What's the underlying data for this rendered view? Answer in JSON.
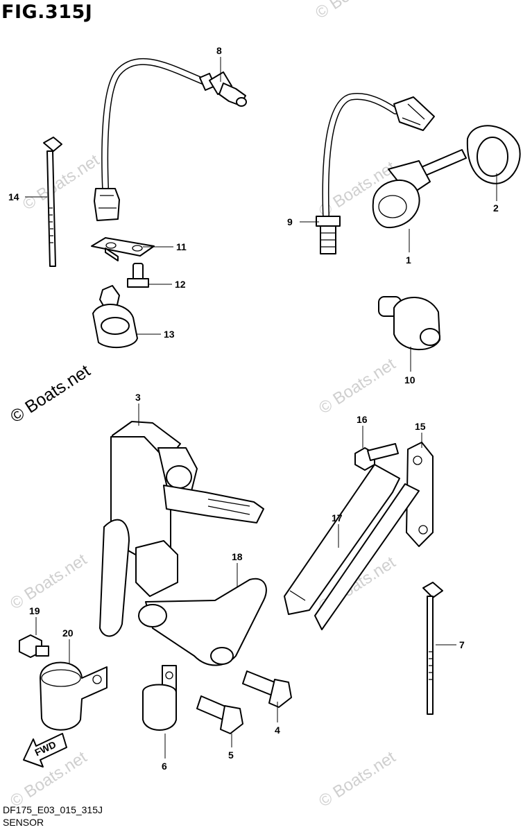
{
  "figure": {
    "title": "FIG.315J"
  },
  "footer": {
    "code": "DF175_E03_015_315J",
    "name": "SENSOR"
  },
  "watermark": {
    "main": "© Boats.net",
    "faint": "© Boats.net"
  },
  "direction": {
    "text": "FWD"
  },
  "callouts": [
    "1",
    "2",
    "3",
    "4",
    "5",
    "6",
    "7",
    "8",
    "9",
    "10",
    "11",
    "12",
    "13",
    "14",
    "15",
    "16",
    "17",
    "18",
    "19",
    "20"
  ]
}
